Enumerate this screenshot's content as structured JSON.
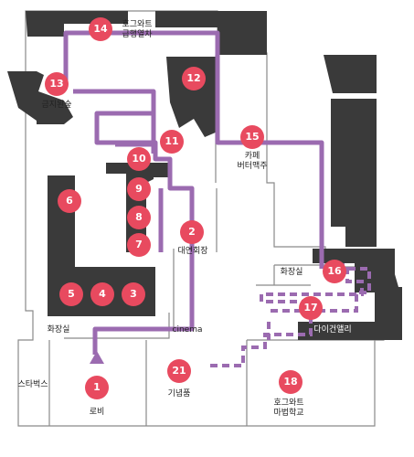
{
  "colors": {
    "wall": "#3a3a3a",
    "floor": "#ffffff",
    "outline": "#8a8a8a",
    "marker": "#e84a5f",
    "route": "#9b6bb0"
  },
  "labels": {
    "hogwarts_express": "호그와트\n급행열차",
    "forbidden_forest": "금지된숲",
    "cafe": "카페\n버터맥주",
    "grand_hall": "대연회장",
    "restroom_top": "화장실",
    "restroom_left": "화장실",
    "diagon_alley": "다이건앨리",
    "cinema": "cinema",
    "starbucks": "스타벅스",
    "lobby": "로비",
    "souvenir": "기념품",
    "hogwarts_school": "호그와트\n마법학교"
  },
  "markers": {
    "m1": "1",
    "m2": "2",
    "m3": "3",
    "m4": "4",
    "m5": "5",
    "m6": "6",
    "m7": "7",
    "m8": "8",
    "m9": "9",
    "m10": "10",
    "m11": "11",
    "m12": "12",
    "m13": "13",
    "m14": "14",
    "m15": "15",
    "m16": "16",
    "m17": "17",
    "m18": "18",
    "m21": "21"
  }
}
